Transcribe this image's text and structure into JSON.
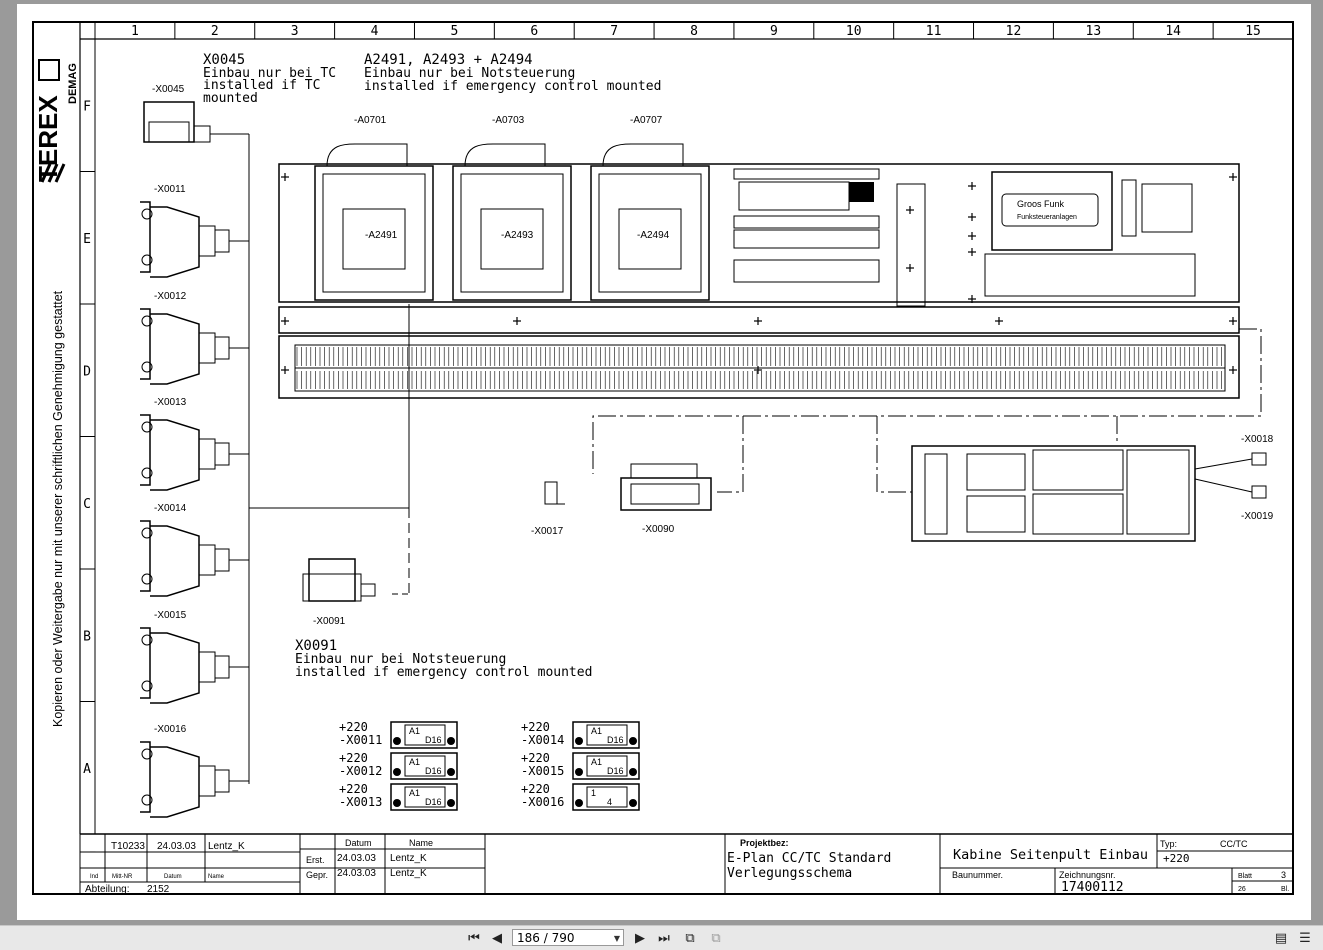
{
  "sheet": {
    "columns": [
      "1",
      "2",
      "3",
      "4",
      "5",
      "6",
      "7",
      "8",
      "9",
      "10",
      "11",
      "12",
      "13",
      "14",
      "15"
    ],
    "rows": [
      "F",
      "E",
      "D",
      "C",
      "B",
      "A"
    ],
    "logo_terex": "TEREX",
    "logo_demag": "DEMAG",
    "side_text": "Kopieren oder Weitergabe nur mit unserer schriftlichen Genehmigung gestattet"
  },
  "notes": {
    "x0045_title": "X0045",
    "x0045_line1": "Einbau nur bei TC",
    "x0045_line2": "installed if TC",
    "x0045_line3": "mounted",
    "a249_title": "A2491, A2493 + A2494",
    "a249_line1": "Einbau nur bei Notsteuerung",
    "a249_line2": "installed if emergency control mounted",
    "x0091_title": "X0091",
    "x0091_line1": "Einbau nur bei Notsteuerung",
    "x0091_line2": "installed if emergency control mounted"
  },
  "labels": {
    "x0045": "-X0045",
    "x0011": "-X0011",
    "x0012": "-X0012",
    "x0013": "-X0013",
    "x0014": "-X0014",
    "x0015": "-X0015",
    "x0016": "-X0016",
    "a0701": "-A0701",
    "a0703": "-A0703",
    "a0707": "-A0707",
    "a2491": "-A2491",
    "a2493": "-A2493",
    "a2494": "-A2494",
    "x0017": "-X0017",
    "x0090": "-X0090",
    "x0091": "-X0091",
    "x0018": "-X0018",
    "x0019": "-X0019",
    "radio1": "Groos  Funk",
    "radio2": "Funksteueranlagen"
  },
  "legend": [
    {
      "loc": "+220",
      "tag": "-X0011",
      "a": "A1",
      "b": "D16"
    },
    {
      "loc": "+220",
      "tag": "-X0012",
      "a": "A1",
      "b": "D16"
    },
    {
      "loc": "+220",
      "tag": "-X0013",
      "a": "A1",
      "b": "D16"
    },
    {
      "loc": "+220",
      "tag": "-X0014",
      "a": "A1",
      "b": "D16"
    },
    {
      "loc": "+220",
      "tag": "-X0015",
      "a": "A1",
      "b": "D16"
    },
    {
      "loc": "+220",
      "tag": "-X0016",
      "a": "1",
      "b": "4"
    }
  ],
  "titleblock": {
    "rev": "_",
    "change_no": "T10233",
    "change_date": "24.03.03",
    "change_name": "Lentz_K",
    "h_mitt": "Mitt-NR",
    "h_datum": "Datum",
    "h_name": "Name",
    "h_ind": "Ind",
    "abteilung_label": "Abteilung:",
    "abteilung": "2152",
    "col_datum": "Datum",
    "col_name": "Name",
    "erst": "Erst.",
    "erst_date": "24.03.03",
    "erst_name": "Lentz_K",
    "gepr": "Gepr.",
    "gepr_date": "24.03.03",
    "gepr_name": "Lentz_K",
    "projekt_label": "Projektbez:",
    "projekt1": "E-Plan CC/TC Standard",
    "projekt2": "Verlegungsschema",
    "title": "Kabine Seitenpult Einbau",
    "typ_label": "Typ:",
    "typ": "CC/TC",
    "loc": "+220",
    "baunummer": "Baunummer.",
    "zeichnung_label": "Zeichnungsnr.",
    "zeichnung": "17400112",
    "blatt_label": "Blatt",
    "blatt": "3",
    "bl_label": "Bl.",
    "bl": "26"
  },
  "toolbar": {
    "page": "186 / 790"
  }
}
